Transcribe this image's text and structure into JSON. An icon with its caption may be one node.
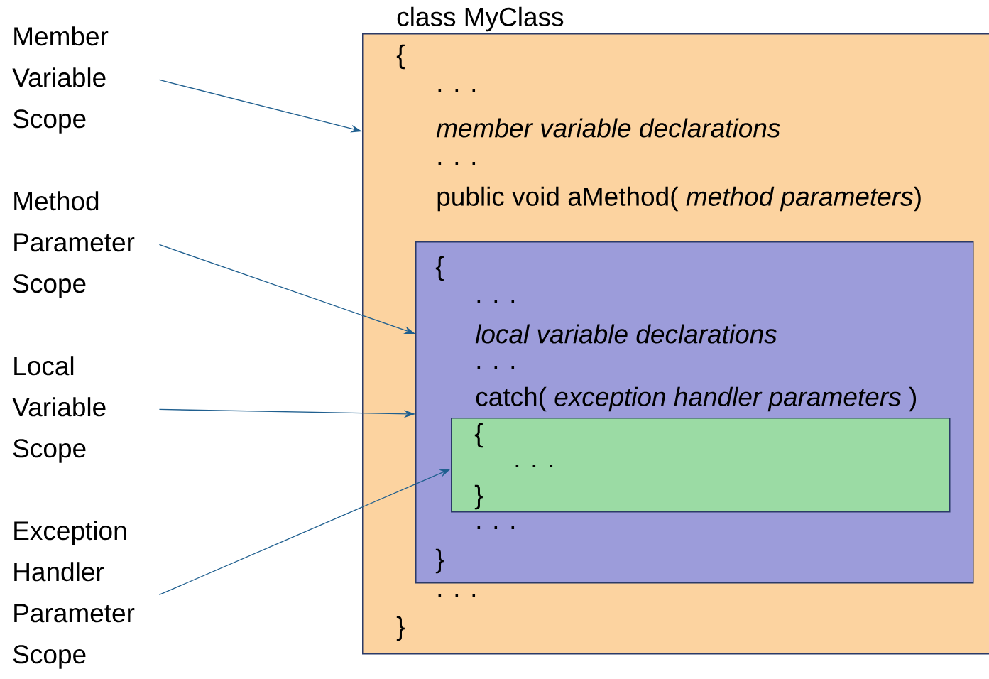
{
  "diagram": {
    "nodes": [
      {
        "text": [
          "Member Variable Scope"
        ]
      },
      {
        "text": [
          "Method Parameter Scope"
        ]
      },
      {
        "text": [
          "Local Variable Scope"
        ]
      },
      {
        "text": [
          "Exception Handler Parameter Scope"
        ]
      },
      {
        "text": [
          "class MyClass",
          "{",
          ". . .",
          "member variable declarations",
          ". . .",
          "public void aMethod( *method parameters*)",
          ". . .",
          "}"
        ]
      },
      {
        "text": [
          "{",
          ". . .",
          "local variable declarations",
          ". . .",
          "catch( *exception handler parameters* )",
          ". . .",
          "}"
        ],
        "in": 4
      },
      {
        "text": [
          "{",
          ". . .",
          "}"
        ],
        "in": 5
      }
    ],
    "edges": [
      {
        "from": 0,
        "to": 4,
        "arrow": "to"
      },
      {
        "from": 1,
        "to": 5,
        "arrow": "to"
      },
      {
        "from": 2,
        "to": 5,
        "arrow": "to"
      },
      {
        "from": 3,
        "to": 6,
        "arrow": "to"
      }
    ]
  }
}
